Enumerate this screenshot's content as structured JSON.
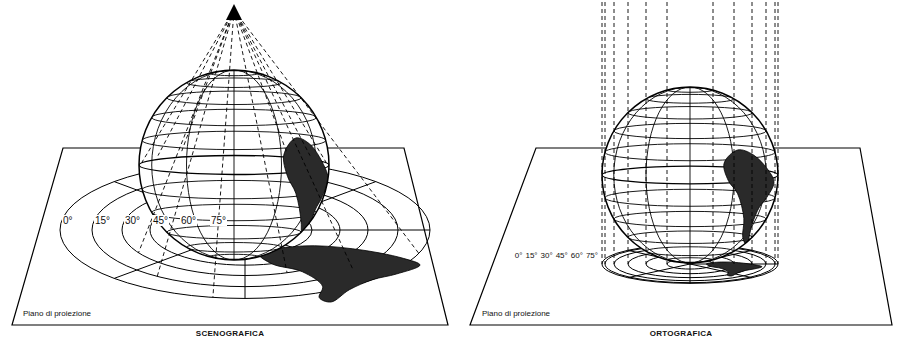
{
  "diagram": {
    "labels": [
      "0°",
      "15°",
      "30°",
      "45°",
      "60°",
      "75°",
      "Piano di proiezione",
      "SCENOGRAFICA",
      "0°",
      "15°",
      "30°",
      "45°",
      "60°",
      "75°",
      "Piano di proiezione",
      "ORTOGRAFICA"
    ]
  }
}
